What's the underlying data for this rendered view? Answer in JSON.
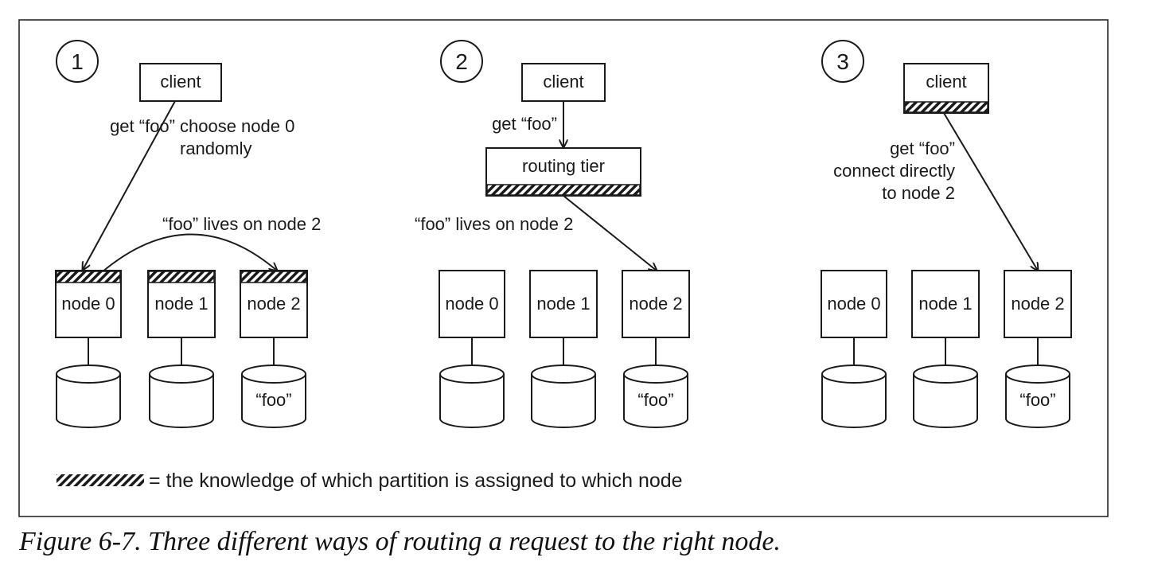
{
  "colors": {
    "ink": "#1a1a1a",
    "background": "#ffffff"
  },
  "client_label": "client",
  "node_labels": [
    "node 0",
    "node 1",
    "node 2"
  ],
  "foo_label": "“foo”",
  "panel1": {
    "number": "1",
    "arrow_label": "get “foo”",
    "note_line1": "choose node 0",
    "note_line2": "randomly",
    "forward_label": "“foo” lives on node 2"
  },
  "panel2": {
    "number": "2",
    "arrow_label": "get “foo”",
    "routing_label": "routing tier",
    "forward_label": "“foo” lives on node 2"
  },
  "panel3": {
    "number": "3",
    "line1": "get “foo”",
    "line2": "connect directly",
    "line3": "to node 2"
  },
  "legend": {
    "text": "= the knowledge of which partition is assigned to which node"
  },
  "caption": "Figure 6-7. Three different ways of routing a request to the right node."
}
